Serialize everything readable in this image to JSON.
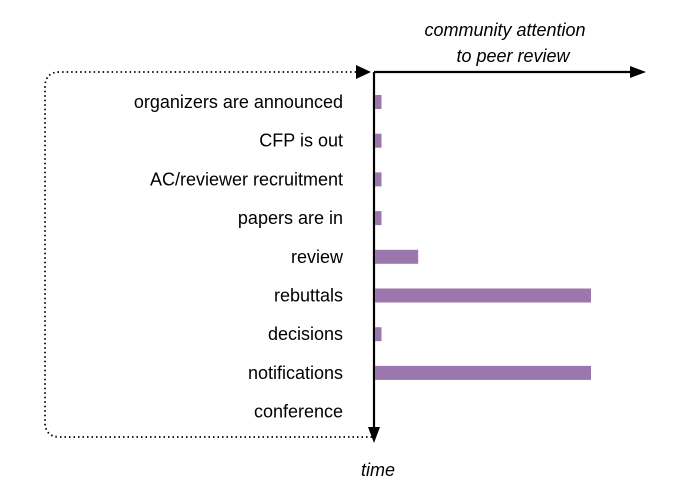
{
  "chart_data": {
    "type": "bar",
    "orientation": "horizontal",
    "xlabel_lines": [
      "community attention",
      "to peer review"
    ],
    "ylabel": "time",
    "categories": [
      "organizers are announced",
      "CFP is out",
      "AC/reviewer recruitment",
      "papers are in",
      "review",
      "rebuttals",
      "decisions",
      "notifications",
      "conference"
    ],
    "values": [
      0.03,
      0.03,
      0.03,
      0.03,
      0.2,
      1.0,
      0.03,
      1.0,
      0
    ],
    "xlim": [
      0,
      1.25
    ],
    "grid": false,
    "legend": "none",
    "loop_arrow": "dotted arrow from bottom of time axis back to top",
    "colors": {
      "bar": "#9b77ad",
      "axis": "#000000",
      "text": "#000000"
    }
  }
}
